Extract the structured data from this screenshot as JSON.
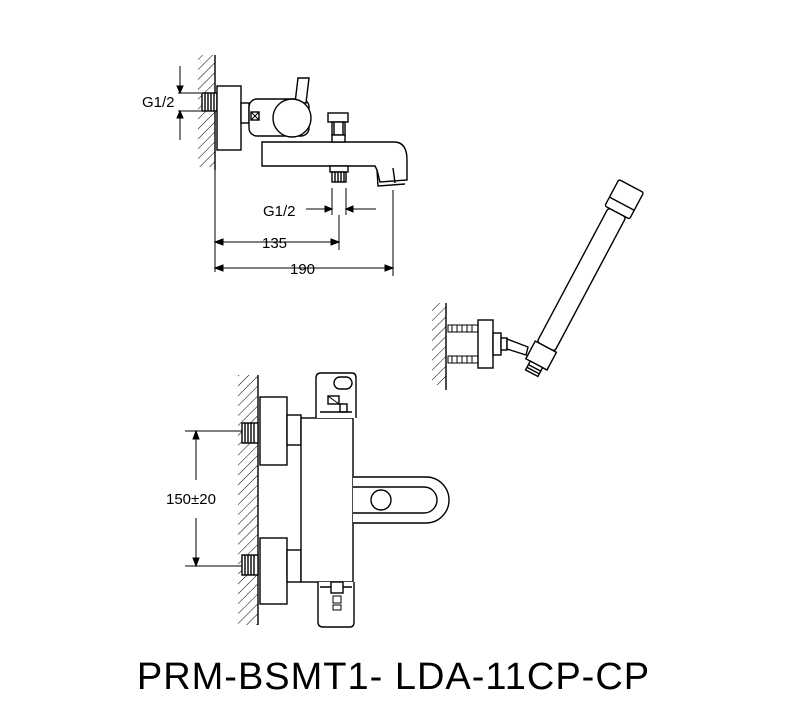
{
  "dimensions": {
    "side_inlet_thread": "G1/2",
    "spout_outlet_thread": "G1/2",
    "spout_outlet_center": "135",
    "overall_projection": "190",
    "inlet_center_distance": "150±20"
  },
  "product_code": "PRM-BSMT1- LDA-11CP-CP",
  "colors": {
    "line": "#000000",
    "background": "#ffffff"
  }
}
